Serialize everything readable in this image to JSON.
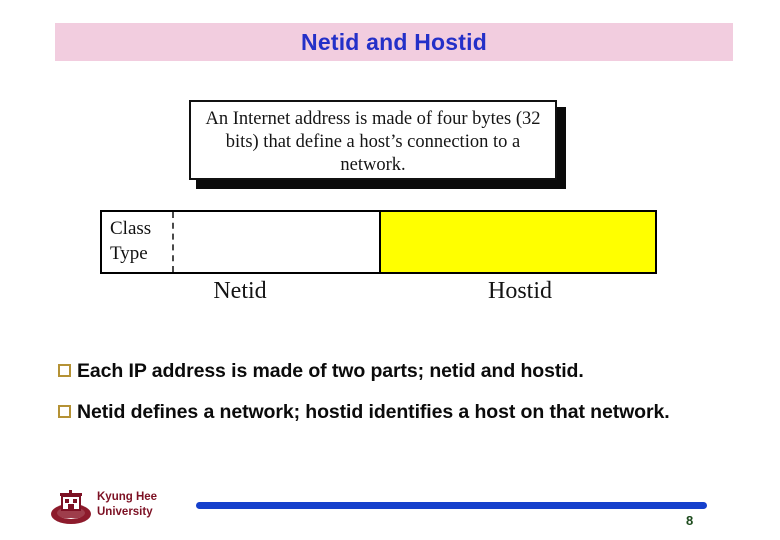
{
  "slide": {
    "title": "Netid and Hostid",
    "page_number": "8",
    "title_color": "#2430c8",
    "banner_color": "#f2cddf"
  },
  "callout": {
    "text": "An Internet address is made of four bytes (32 bits) that define a host’s connection to a network."
  },
  "diagram": {
    "class_type_line1": "Class",
    "class_type_line2": "Type",
    "netid_caption": "Netid",
    "hostid_caption": "Hostid",
    "netid_fill": "#ffffff",
    "hostid_fill": "#ffff00"
  },
  "bullets": [
    {
      "text": "Each IP address is made of two parts; netid and hostid."
    },
    {
      "text": "Netid defines a network; hostid identifies a host on that network."
    }
  ],
  "footer": {
    "university_line1": "Kyung Hee",
    "university_line2": "University",
    "university_color": "#7d1124",
    "rule_color": "#1540cc",
    "page_number_color": "#1c4a1c"
  }
}
